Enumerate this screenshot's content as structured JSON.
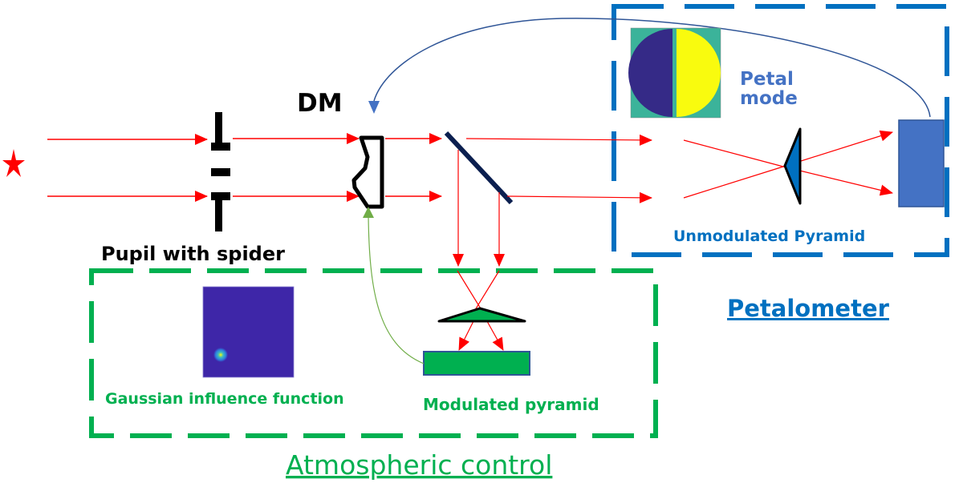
{
  "diagram": {
    "title": "Adaptive optics control with petalometer",
    "labels": {
      "dm": "DM",
      "pupil": "Pupil with spider",
      "petal_mode_line1": "Petal",
      "petal_mode_line2": "mode",
      "unmodulated_pyramid": "Unmodulated Pyramid",
      "petalometer": "Petalometer",
      "gaussian_influence": "Gaussian influence function",
      "modulated_pyramid": "Modulated pyramid",
      "atmospheric_control": "Atmospheric control"
    },
    "icons": {
      "source": "star-icon",
      "pupil": "pupil-spider-icon",
      "dm": "deformable-mirror-icon",
      "beamsplitter": "beamsplitter-icon",
      "pyramid_unmodulated": "pyramid-prism-icon",
      "detector_unmodulated": "detector-icon",
      "pyramid_modulated": "pyramid-prism-icon",
      "detector_modulated": "detector-icon",
      "petal_mode_map": "petal-mode-map-icon",
      "influence_map": "gaussian-influence-map-icon"
    },
    "colors": {
      "beam": "#ff0000",
      "petalometer_box": "#0070c0",
      "atmospheric_box": "#00b050",
      "petal_text": "#4472c4",
      "feedback_petal": "#2f5597",
      "feedback_atmos": "#70ad47",
      "detector_blue": "#4472c4",
      "detector_green": "#00b050",
      "beamsplitter": "#0b1f4f",
      "map_bg_teal": "#3bb39a",
      "map_purple": "#352a87",
      "map_yellow": "#f9fb0e",
      "influence_bg": "#3e26a8"
    }
  }
}
